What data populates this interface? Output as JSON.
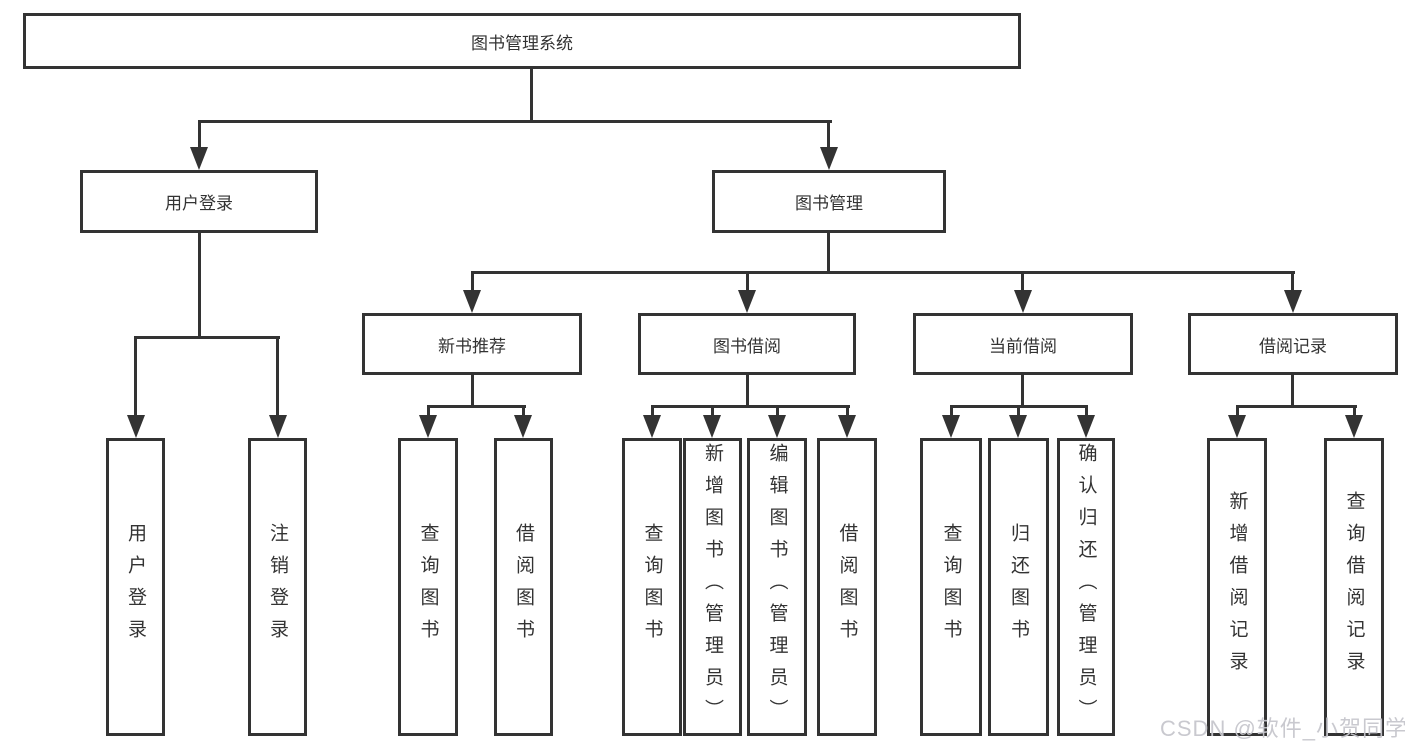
{
  "tree": {
    "label": "图书管理系统",
    "children": [
      {
        "label": "用户登录",
        "children": [
          {
            "label": "用户登录"
          },
          {
            "label": "注销登录"
          }
        ]
      },
      {
        "label": "图书管理",
        "children": [
          {
            "label": "新书推荐",
            "children": [
              {
                "label": "查询图书"
              },
              {
                "label": "借阅图书"
              }
            ]
          },
          {
            "label": "图书借阅",
            "children": [
              {
                "label": "查询图书"
              },
              {
                "label": "新增图书（管理员）"
              },
              {
                "label": "编辑图书（管理员）"
              },
              {
                "label": "借阅图书"
              }
            ]
          },
          {
            "label": "当前借阅",
            "children": [
              {
                "label": "查询图书"
              },
              {
                "label": "归还图书"
              },
              {
                "label": "确认归还（管理员）"
              }
            ]
          },
          {
            "label": "借阅记录",
            "children": [
              {
                "label": "新增借阅记录"
              },
              {
                "label": "查询借阅记录"
              }
            ]
          }
        ]
      }
    ]
  },
  "watermark": {
    "text": "CSDN @软件_小贺同学",
    "color": "#c6c6cc"
  },
  "colors": {
    "line": "#333333",
    "box_background": "#ffffff",
    "text": "#333333"
  }
}
